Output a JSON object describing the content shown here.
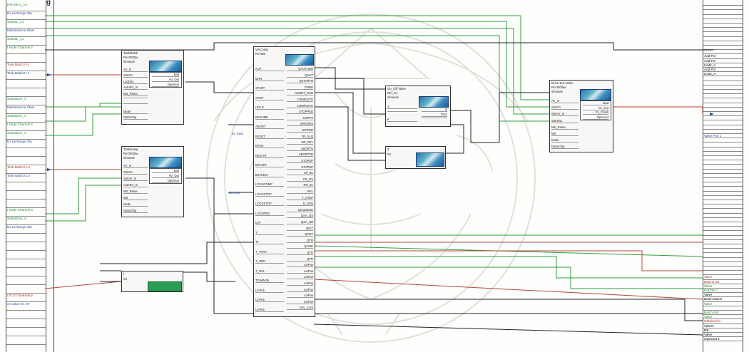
{
  "page_label": "g",
  "left_terminals": [
    {
      "text": "Ref.DB+L_AJ",
      "color": "green"
    },
    {
      "text": "Ex exchange Sta",
      "color": "blue"
    },
    {
      "text": "StatusL_AJ",
      "color": "green"
    },
    {
      "text": "Maintenance State",
      "color": "blue"
    },
    {
      "text": "StatusL_AJ",
      "color": "green"
    },
    {
      "text": "I Node Channel 2",
      "color": "green"
    },
    {
      "text": "",
      "color": "black"
    },
    {
      "text": "Tank Batch2 H",
      "color": "red"
    },
    {
      "text": "Tank Batch2 H",
      "color": "blue"
    },
    {
      "text": "",
      "color": "black"
    },
    {
      "text": "",
      "color": "black"
    },
    {
      "text": "StatusDev_A",
      "color": "green"
    },
    {
      "text": "Maintenance State",
      "color": "blue"
    },
    {
      "text": "StatusDev_A",
      "color": "green"
    },
    {
      "text": "I Node Channel 6",
      "color": "green"
    },
    {
      "text": "StatusDev_A",
      "color": "green"
    },
    {
      "text": "Ex exchange Sta",
      "color": "blue"
    },
    {
      "text": "",
      "color": "black"
    },
    {
      "text": "",
      "color": "black"
    },
    {
      "text": "Tank Batch2 Lo",
      "color": "red"
    },
    {
      "text": "Tank Batch2 Lo",
      "color": "blue"
    },
    {
      "text": "",
      "color": "black"
    },
    {
      "text": "",
      "color": "black"
    },
    {
      "text": "",
      "color": "black"
    },
    {
      "text": "I Node Channel 8",
      "color": "green"
    },
    {
      "text": "StatusDev_A",
      "color": "green"
    },
    {
      "text": "Ex exchange Sta",
      "color": "blue"
    },
    {
      "text": "",
      "color": "black"
    },
    {
      "text": "",
      "color": "black"
    },
    {
      "text": "",
      "color": "black"
    },
    {
      "text": "",
      "color": "black"
    },
    {
      "text": "",
      "color": "black"
    },
    {
      "text": "",
      "color": "black"
    },
    {
      "text": "",
      "color": "black"
    },
    {
      "text": "CR.ST.TankSetup",
      "color": "red"
    },
    {
      "text": "ex value ret. ST",
      "color": "blue"
    },
    {
      "text": "",
      "color": "black"
    },
    {
      "text": "",
      "color": "black"
    },
    {
      "text": "",
      "color": "black"
    },
    {
      "text": "",
      "color": "black"
    },
    {
      "text": "",
      "color": "black"
    }
  ],
  "right_terminals": [
    {
      "text": "",
      "color": "black"
    },
    {
      "text": "",
      "color": "black"
    },
    {
      "text": "",
      "color": "black"
    },
    {
      "text": "",
      "color": "black"
    },
    {
      "text": "",
      "color": "black"
    },
    {
      "text": "",
      "color": "black"
    },
    {
      "text": "",
      "color": "black"
    },
    {
      "text": "",
      "color": "black"
    },
    {
      "text": "",
      "color": "black"
    },
    {
      "text": "",
      "color": "black"
    },
    {
      "text": "",
      "color": "black"
    },
    {
      "text": "",
      "color": "black"
    },
    {
      "text": "Add Pol",
      "color": "black"
    },
    {
      "text": "Add Pol",
      "color": "black"
    },
    {
      "text": "Unit2_A",
      "color": "black"
    },
    {
      "text": "Add Pol",
      "color": "black"
    },
    {
      "text": "Unit2_A",
      "color": "black"
    },
    {
      "text": "",
      "color": "black"
    },
    {
      "text": "",
      "color": "black"
    },
    {
      "text": "",
      "color": "black"
    },
    {
      "text": "",
      "color": "black"
    },
    {
      "text": "",
      "color": "black"
    },
    {
      "text": "",
      "color": "black"
    },
    {
      "text": "",
      "color": "black"
    },
    {
      "text": "",
      "color": "black"
    },
    {
      "text": "",
      "color": "black"
    },
    {
      "text": "",
      "color": "black"
    },
    {
      "text": "",
      "color": "black"
    },
    {
      "text": "",
      "color": "black"
    },
    {
      "text": "",
      "color": "black"
    },
    {
      "text": "Valve Pos 1",
      "color": "blue"
    },
    {
      "text": "",
      "color": "black"
    },
    {
      "text": "",
      "color": "black"
    },
    {
      "text": "",
      "color": "black"
    },
    {
      "text": "",
      "color": "black"
    },
    {
      "text": "",
      "color": "black"
    },
    {
      "text": "",
      "color": "black"
    },
    {
      "text": "",
      "color": "black"
    },
    {
      "text": "",
      "color": "black"
    },
    {
      "text": "",
      "color": "black"
    },
    {
      "text": "",
      "color": "black"
    },
    {
      "text": "",
      "color": "black"
    },
    {
      "text": "",
      "color": "black"
    },
    {
      "text": "",
      "color": "black"
    },
    {
      "text": "",
      "color": "black"
    },
    {
      "text": "",
      "color": "black"
    },
    {
      "text": "",
      "color": "black"
    },
    {
      "text": "",
      "color": "black"
    },
    {
      "text": "",
      "color": "black"
    },
    {
      "text": "",
      "color": "black"
    },
    {
      "text": "",
      "color": "black"
    },
    {
      "text": "",
      "color": "black"
    },
    {
      "text": "",
      "color": "black"
    },
    {
      "text": "",
      "color": "black"
    },
    {
      "text": "",
      "color": "black"
    },
    {
      "text": "",
      "color": "black"
    },
    {
      "text": "",
      "color": "black"
    },
    {
      "text": "",
      "color": "black"
    },
    {
      "text": "",
      "color": "black"
    },
    {
      "text": "",
      "color": "black"
    },
    {
      "text": "",
      "color": "black"
    },
    {
      "text": "",
      "color": "black"
    },
    {
      "text": "Valve",
      "color": "red"
    },
    {
      "text": "Batch2 Sa",
      "color": "red"
    },
    {
      "text": "Valve",
      "color": "green"
    },
    {
      "text": "Ref.DB C",
      "color": "green"
    },
    {
      "text": "Valve",
      "color": "black"
    },
    {
      "text": "Batch Mains",
      "color": "black"
    },
    {
      "text": "Valve",
      "color": "green"
    },
    {
      "text": "",
      "color": "black"
    },
    {
      "text": "Batch Ref",
      "color": "green"
    },
    {
      "text": "Valve",
      "color": "green"
    },
    {
      "text": "Obtained C",
      "color": "red"
    },
    {
      "text": "Valves",
      "color": "black"
    },
    {
      "text": "DB",
      "color": "black"
    },
    {
      "text": "Valve",
      "color": "black"
    },
    {
      "text": "OpenKat 1",
      "color": "black"
    }
  ],
  "blocks": {
    "tank_batch": {
      "title": "TankBatch",
      "sub": "Ref.RDBw",
      "type": "sfnswas",
      "left_pins": [
        "AV_In",
        "SimOn",
        "LockOn",
        "AutoRV_In",
        "MS_Relea",
        "",
        "",
        "Mode",
        "DataXchg"
      ],
      "right_pins": [
        "Bad",
        "AV_Out",
        "OpenAct"
      ]
    },
    "tank_setup": {
      "title": "TankSetup",
      "sub": "Ref.RDBw",
      "type": "sfnswas",
      "left_pins": [
        "AV_In",
        "SimOn",
        "SimAV_In",
        "AutoRV_In",
        "MS_Relea",
        "MS",
        "Mode",
        "DataXchg"
      ],
      "right_pins": [
        "Bad",
        "AV_Out",
        "OpenAct"
      ]
    },
    "vlvcomp": {
      "title": "VlvComp",
      "sub": "Ref.DB",
      "left_pins": [
        "AUT",
        "MAN",
        "START",
        "STOP",
        "HOLD",
        "RESUME",
        "ABORT",
        "RESET",
        "EPDS",
        "RESTAT",
        "BSTART",
        "BSTLEST",
        "LOCKCOMP",
        "LOCKSTOP",
        "LOCKSTOP",
        "LOCKRES",
        "DAT",
        "T",
        "TT",
        "T_TRAP",
        "T_ORN",
        "T_OHL",
        "TDWINOK",
        "LinPos",
        "LinPos",
        "LinPos"
      ],
      "right_pins": [
        "QAUTHDN",
        "QAUT",
        "QSTARTN",
        "DONE",
        "ABORT_RUN",
        "COMPLETE",
        "COMPLETE",
        "STOPPED",
        "COPPS",
        "ERRORS",
        "ERROR",
        "FR_SLQ",
        "NR_REL",
        "ABORTN",
        "ABORTED",
        "STOPSP",
        "STOPEP",
        "SP_BL",
        "OS_RS",
        "RR_BL",
        "REL",
        "T_STEP",
        "E_SEQ",
        "QCQUEUE",
        "QSA_QS",
        "QSA_NB",
        "QIDT",
        "QCNT",
        "QTR",
        "QLINE",
        "QTR",
        "QTR",
        "LinPos",
        "LinPos",
        "LinPos",
        "LinPos",
        "LinPos",
        "LinPos",
        "LinPos",
        "VlvL_Com"
      ]
    },
    "onoff_valve": {
      "title": "On_Off Valve",
      "sub": "Ref_01",
      "type": "sfnswas",
      "left_pins": [
        "1",
        "",
        "K"
      ],
      "right_pins": [
        "Q",
        "Out1",
        ""
      ]
    },
    "small_and": {
      "title": "2",
      "sub": "04",
      "left_pins": [
        "",
        ""
      ],
      "right_pins": []
    },
    "drive_valve": {
      "title": "Drive D.Z Valve",
      "sub": "Ref.RDBw",
      "type": "sfnswas",
      "left_pins": [
        "AV_In",
        "SimOn",
        "SimAV_In",
        "StartSw",
        "MS_Relea",
        "MS",
        "Mode",
        "DataXchg"
      ],
      "right_pins": [
        "Bad",
        "AV_Out",
        "Pv_Chsdt",
        "OpenAct"
      ]
    },
    "bottom_block": {
      "title": "I",
      "sub": "04",
      "left_pins": [
        "",
        ""
      ],
      "right_pins": []
    }
  },
  "labels": {
    "ex_start": "Ex Start",
    "start_out": "StrtrOut"
  }
}
